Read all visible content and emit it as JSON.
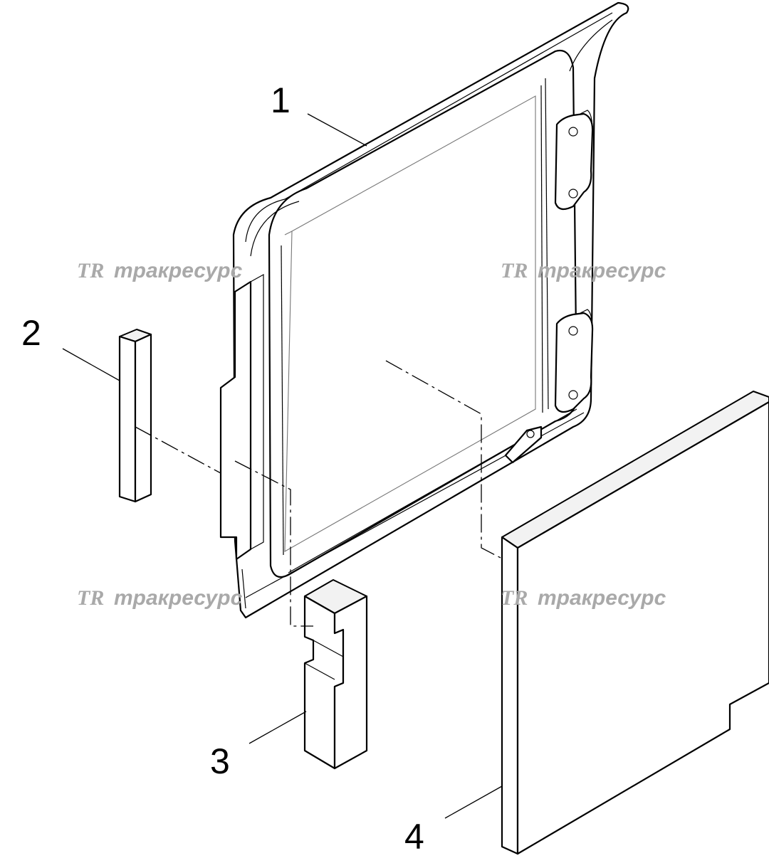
{
  "callouts": [
    {
      "id": "1",
      "label": "1"
    },
    {
      "id": "2",
      "label": "2"
    },
    {
      "id": "3",
      "label": "3"
    },
    {
      "id": "4",
      "label": "4"
    }
  ],
  "watermark": {
    "logo": "TR",
    "text": "тракресурс",
    "color": "#a9a9a9"
  },
  "colors": {
    "line": "#000000",
    "background": "#ffffff"
  }
}
